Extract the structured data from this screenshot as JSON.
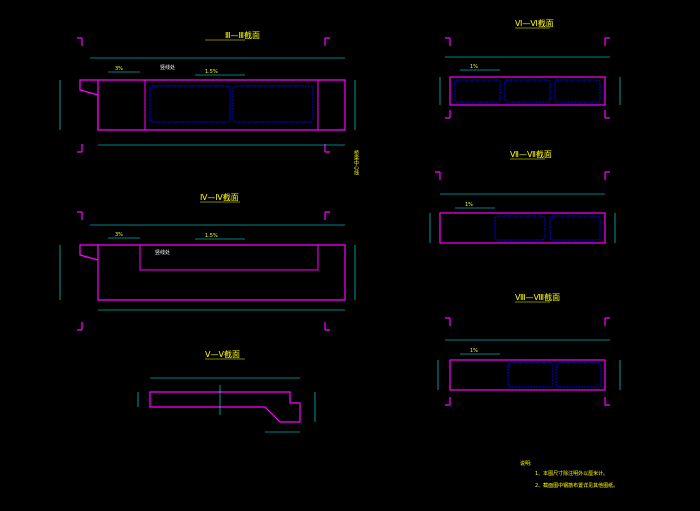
{
  "colors": {
    "background": "#000000",
    "outline": "#ff00ff",
    "dimension": "#00ffff",
    "rebar": "#0000ff",
    "text": "#ffff00",
    "fill_text": "#ffffff"
  },
  "sections": {
    "s3": {
      "title": "Ⅲ—Ⅲ截面",
      "slope_left": "3%",
      "slope_right": "1.5%",
      "note": "竖线处"
    },
    "s4": {
      "title": "Ⅳ—Ⅳ截面",
      "slope_left": "3%",
      "slope_right": "1.5%",
      "note": "竖线处"
    },
    "s5": {
      "title": "Ⅴ—Ⅴ截面"
    },
    "s6": {
      "title": "Ⅵ—Ⅵ截面",
      "slope": "1%"
    },
    "s7": {
      "title": "Ⅶ—Ⅶ截面",
      "slope": "1%"
    },
    "s8": {
      "title": "Ⅷ—Ⅷ截面",
      "slope": "1%"
    }
  },
  "labels": {
    "vertical_note": "桥梁中心线",
    "roman_v": "V",
    "roman_vi": "VI",
    "roman_vii": "VII",
    "roman_viii": "VIII"
  },
  "notes": {
    "heading": "说明:",
    "line1": "1、本图尺寸除注明外以厘米计。",
    "line2": "2、截面图中钢筋布置详见其他图纸。"
  }
}
